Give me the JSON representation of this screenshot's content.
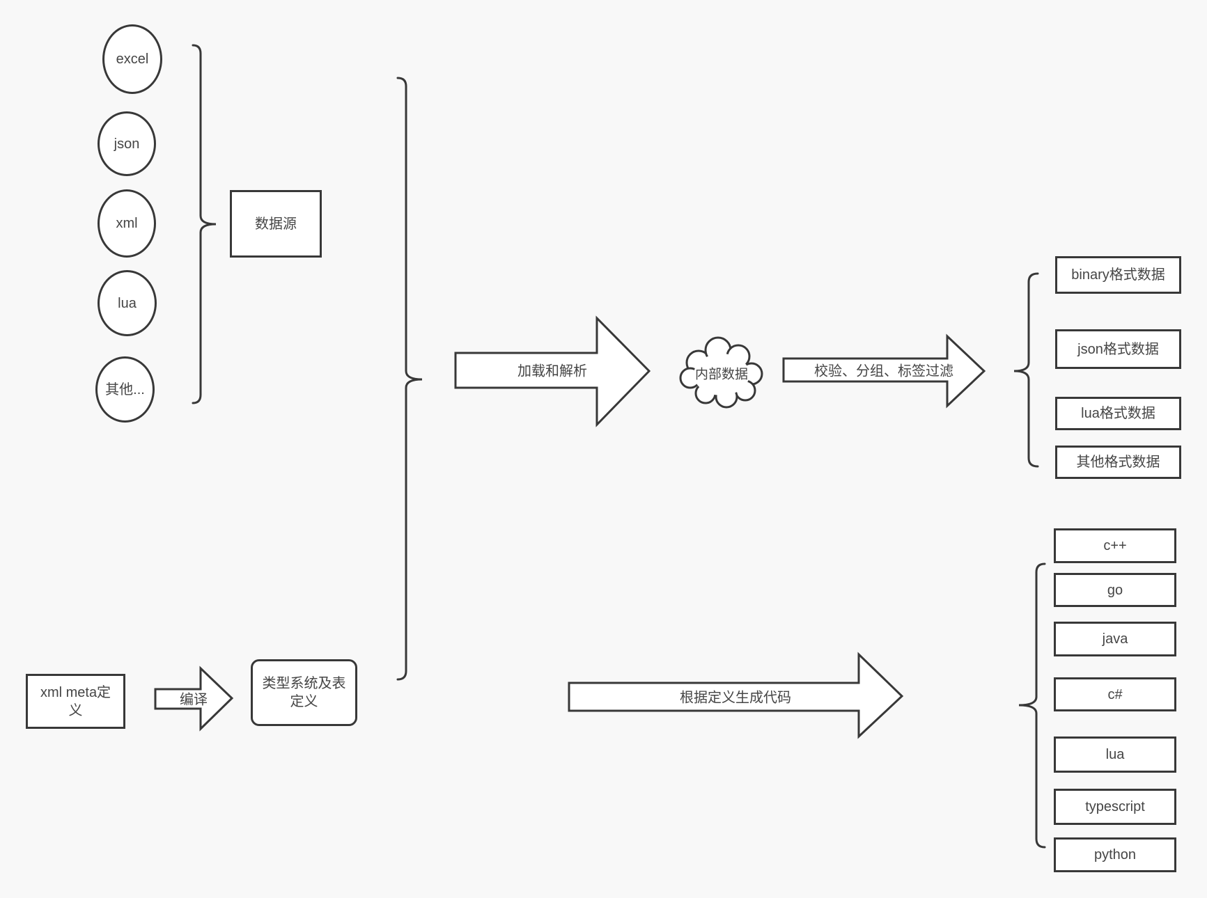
{
  "sources": {
    "items": [
      "excel",
      "json",
      "xml",
      "lua",
      "其他..."
    ],
    "group_label": "数据源"
  },
  "arrows": {
    "load_parse": "加载和解析",
    "filter": "校验、分组、标签过滤",
    "generate": "根据定义生成代码",
    "compile": "编译"
  },
  "cloud_label": "内部数据",
  "outputs": [
    "binary格式数据",
    "json格式数据",
    "lua格式数据",
    "其他格式数据"
  ],
  "languages": [
    "c++",
    "go",
    "java",
    "c#",
    "lua",
    "typescript",
    "python"
  ],
  "meta": {
    "xml_meta": "xml meta定\n义",
    "type_system": "类型系统及表\n定义"
  },
  "colors": {
    "background": "#f8f8f8",
    "stroke": "#383838",
    "fill": "#ffffff",
    "text": "#454545"
  }
}
